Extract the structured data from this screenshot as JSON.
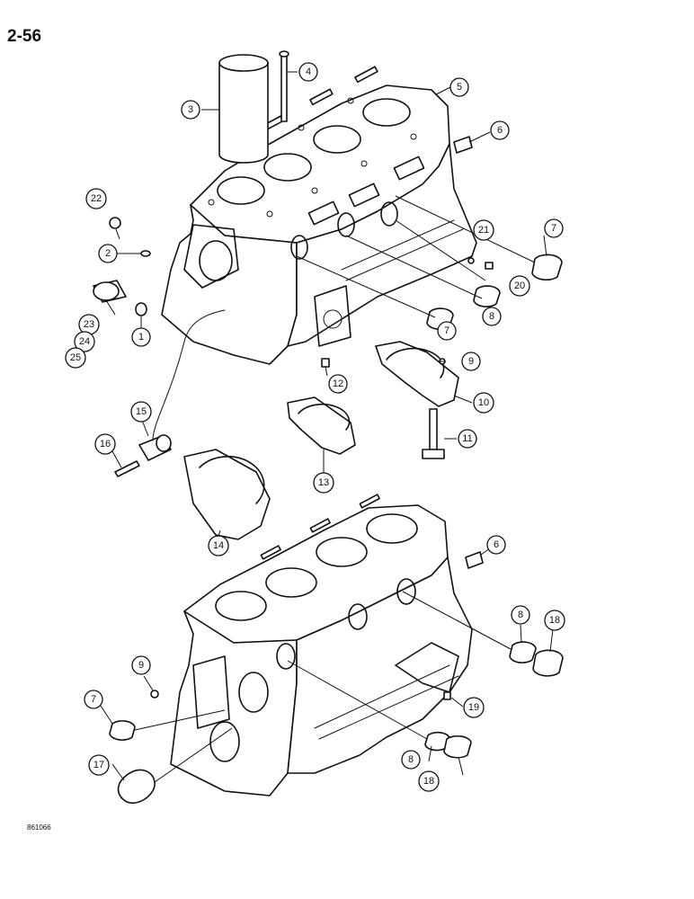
{
  "page": {
    "number": "2-56",
    "figure_code": "861066"
  },
  "callouts": [
    "1",
    "2",
    "3",
    "4",
    "5",
    "6",
    "7",
    "7",
    "7",
    "7",
    "8",
    "8",
    "8",
    "9",
    "9",
    "10",
    "11",
    "12",
    "13",
    "14",
    "15",
    "16",
    "17",
    "18",
    "18",
    "19",
    "20",
    "21",
    "22",
    "23",
    "24",
    "25",
    "6"
  ]
}
